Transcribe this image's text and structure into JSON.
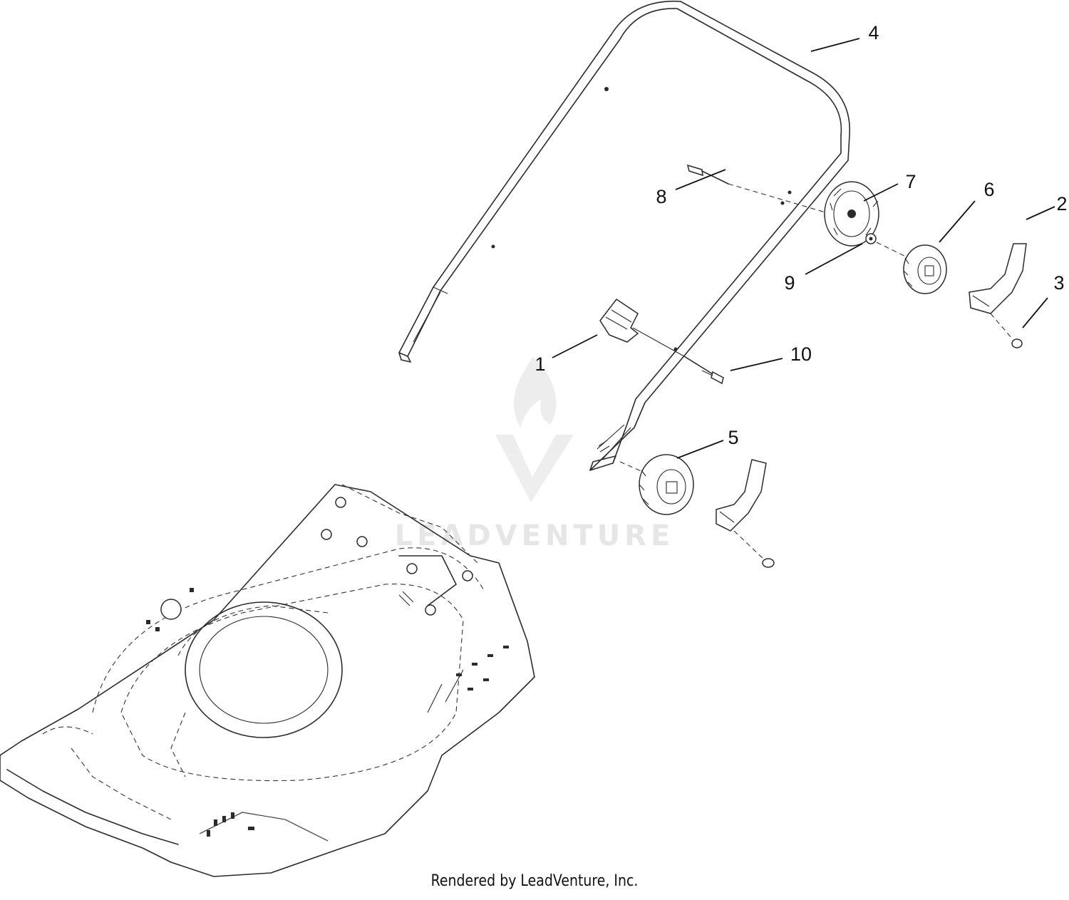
{
  "callouts": [
    {
      "num": "1"
    },
    {
      "num": "2"
    },
    {
      "num": "3"
    },
    {
      "num": "4"
    },
    {
      "num": "5"
    },
    {
      "num": "6"
    },
    {
      "num": "7"
    },
    {
      "num": "8"
    },
    {
      "num": "9"
    },
    {
      "num": "10"
    }
  ],
  "watermark": {
    "text": "LEADVENTURE",
    "logo": "flame-v-logo"
  },
  "footer": {
    "credit": "Rendered by LeadVenture, Inc."
  },
  "colors": {
    "line": "#2b2b2b",
    "watermark": "#e6e6e6"
  }
}
